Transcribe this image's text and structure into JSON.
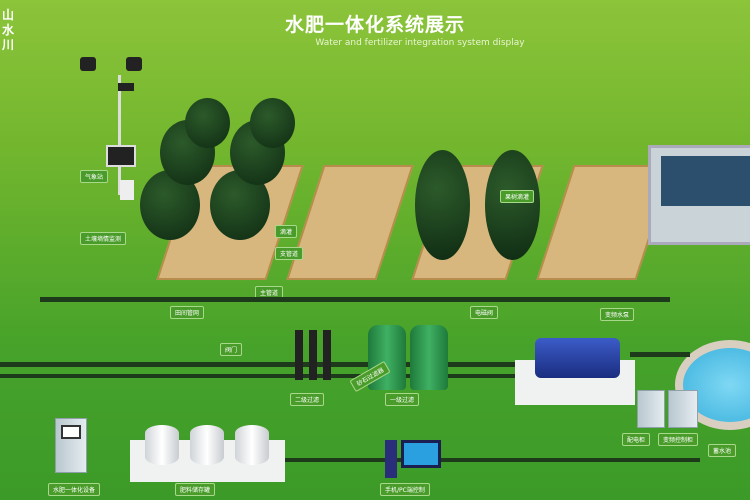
{
  "header": {
    "title": "水肥一体化系统展示",
    "subtitle": "Water and fertilizer integration system display",
    "brand": "山\n水\n川"
  },
  "labels": {
    "weather_station": "气象站",
    "sensor": "土壤墒情监测",
    "drip": "滴灌",
    "branch_pipe": "支管道",
    "main_pipe": "主管道",
    "field_network": "田间管网",
    "field_valve": "电磁阀",
    "tree_label": "果树滴灌",
    "pump_label": "变频水泵",
    "solenoid": "阀门",
    "filter2": "二级过滤",
    "filter1": "一级过滤",
    "sand_filter": "砂石过滤器",
    "fert_machine": "水肥一体化设备",
    "fert_tanks": "肥料储存罐",
    "control_pc": "手机/PC端控制",
    "power_cab": "配电柜",
    "vfd_cab": "变频控制柜",
    "reservoir": "蓄水池"
  }
}
